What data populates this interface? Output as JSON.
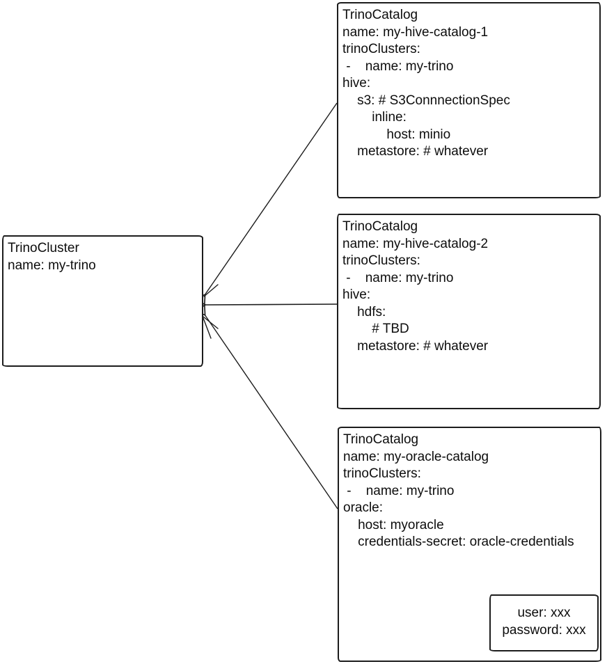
{
  "colors": {
    "background": "#ffffff",
    "stroke": "#1c1c1c",
    "text": "#0d0d0d"
  },
  "diagram": {
    "cluster_box": {
      "kind": "TrinoCluster",
      "lines": [
        "TrinoCluster",
        "name: my-trino"
      ]
    },
    "catalog_boxes": [
      {
        "kind": "TrinoCatalog",
        "lines": [
          "TrinoCatalog",
          "name: my-hive-catalog-1",
          "trinoClusters:",
          " -    name: my-trino",
          "hive:",
          "    s3: # S3ConnnectionSpec",
          "        inline:",
          "            host: minio",
          "    metastore: # whatever"
        ]
      },
      {
        "kind": "TrinoCatalog",
        "lines": [
          "TrinoCatalog",
          "name: my-hive-catalog-2",
          "trinoClusters:",
          " -    name: my-trino",
          "hive:",
          "    hdfs:",
          "        # TBD",
          "    metastore: # whatever"
        ]
      },
      {
        "kind": "TrinoCatalog",
        "lines": [
          "TrinoCatalog",
          "name: my-oracle-catalog",
          "trinoClusters:",
          " -    name: my-trino",
          "oracle:",
          "    host: myoracle",
          "    credentials-secret: oracle-credentials"
        ]
      }
    ],
    "secret_box": {
      "lines": [
        "user: xxx",
        "password: xxx"
      ]
    }
  }
}
